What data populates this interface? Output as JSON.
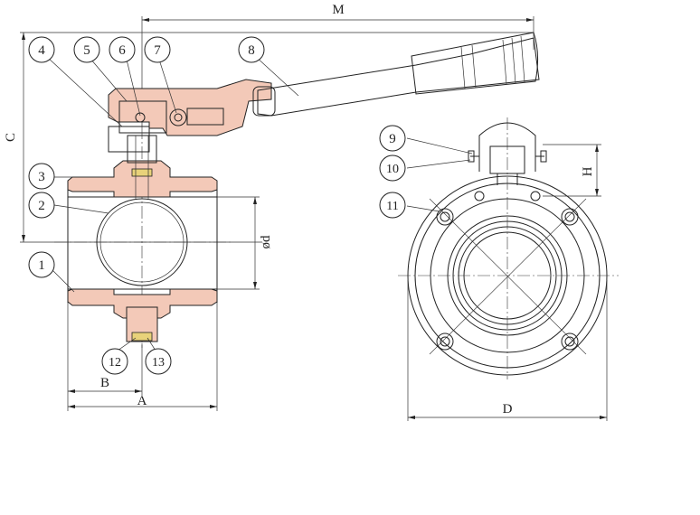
{
  "dimensions": {
    "M": "M",
    "C": "C",
    "A": "A",
    "B": "B",
    "d": "ød",
    "H": "H",
    "D": "D"
  },
  "part_numbers": [
    "1",
    "2",
    "3",
    "4",
    "5",
    "6",
    "7",
    "8",
    "9",
    "10",
    "11",
    "12",
    "13"
  ],
  "colors": {
    "line": "#222222",
    "section_fill": "#f3c9b8",
    "seal_fill": "#e8d27a"
  }
}
